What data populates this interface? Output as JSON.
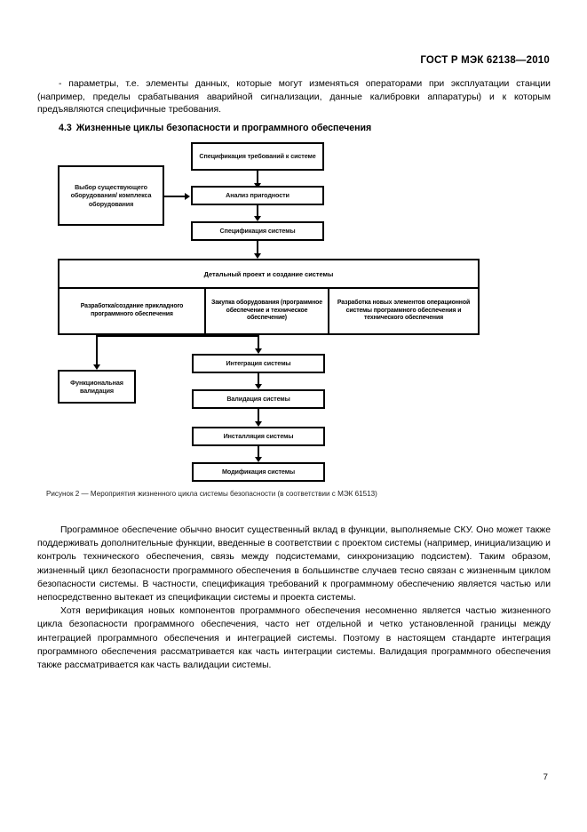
{
  "header": {
    "standard_title": "ГОСТ Р МЭК 62138—2010"
  },
  "intro": {
    "paragraph": "-  параметры, т.е. элементы данных, которые могут изменяться операторами при эксплуатации станции (например, пределы срабатывания аварийной сигнализации, данные калибровки аппаратуры) и к которым предъявляются специфичные требования."
  },
  "section": {
    "number": "4.3",
    "title": "Жизненные циклы безопасности и программного обеспечения"
  },
  "diagram": {
    "nodes": {
      "equipment_selection": "Выбор существующего оборудования/ комплекса оборудования",
      "system_requirements_spec": "Спецификация требований к системе",
      "suitability_analysis": "Анализ пригодности",
      "system_spec": "Спецификация системы",
      "detailed_design_title": "Детальный проект и создание системы",
      "detailed_design_col1": "Разработка/создание прикладного программного обеспечения",
      "detailed_design_col2": "Закупка оборудования (программное обеспечение и техническое обеспечение)",
      "detailed_design_col3": "Разработка новых элементов операционной системы программного обеспечения и технического обеспечения",
      "functional_validation": "Функциональная валидация",
      "system_integration": "Интеграция системы",
      "system_validation": "Валидация системы",
      "system_installation": "Инсталляция системы",
      "system_modification": "Модификация системы"
    }
  },
  "caption": {
    "text": "Рисунок  2 — Мероприятия жизненного цикла системы безопасности (в соответствии с МЭК 61513)"
  },
  "body": {
    "paragraph_1": "Программное обеспечение обычно вносит существенный вклад в функции, выполняемые СКУ. Оно может также поддерживать дополнительные функции, введенные в соответствии с проектом системы (например, инициализацию и контроль технического обеспечения, связь между подсистемами, синхронизацию подсистем). Таким образом, жизненный цикл безопасности программного обеспечения в большинстве случаев тесно связан с жизненным циклом безопасности системы. В частности, спецификация требований к программному обеспечению является частью или непосредственно вытекает из спецификации системы и проекта системы.",
    "paragraph_2": "Хотя верификация новых компонентов программного обеспечения несомненно является частью жизненного цикла безопасности программного обеспечения, часто нет отдельной и четко установленной границы между интеграцией программного обеспечения и интеграцией системы. Поэтому в настоящем стандарте интеграция программного обеспечения рассматривается как часть интеграции системы. Валидация программного обеспечения также рассматривается как часть валидации системы."
  },
  "footer": {
    "page_number": "7"
  }
}
